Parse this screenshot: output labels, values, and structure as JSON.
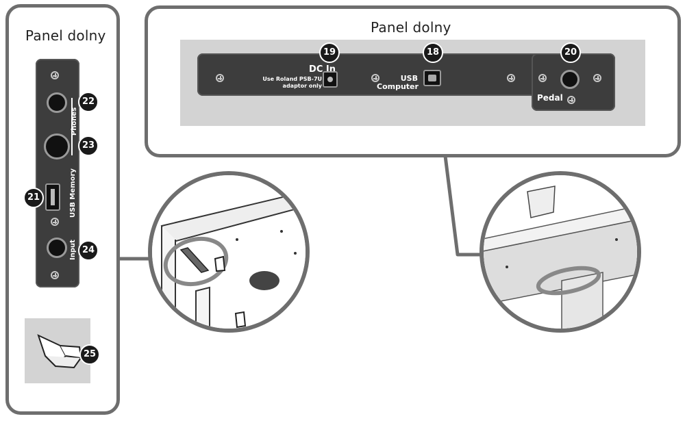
{
  "left_panel": {
    "title": "Panel dolny",
    "phones_label": "Phones",
    "usb_memory_label": "USB Memory",
    "input_label": "Input",
    "callouts": {
      "phones_1": "22",
      "phones_2": "23",
      "usb_memory": "21",
      "input": "24",
      "pedal_holder": "25"
    }
  },
  "right_panel": {
    "title": "Panel dolny",
    "dc_in_label": "DC In",
    "dc_in_note_1": "Use Roland PSB-7U",
    "dc_in_note_2": "adaptor only",
    "usb_line1": "USB",
    "usb_line2": "Computer",
    "pedal_label": "Pedal",
    "callouts": {
      "dc_in": "19",
      "usb_computer": "18",
      "pedal": "20"
    }
  }
}
